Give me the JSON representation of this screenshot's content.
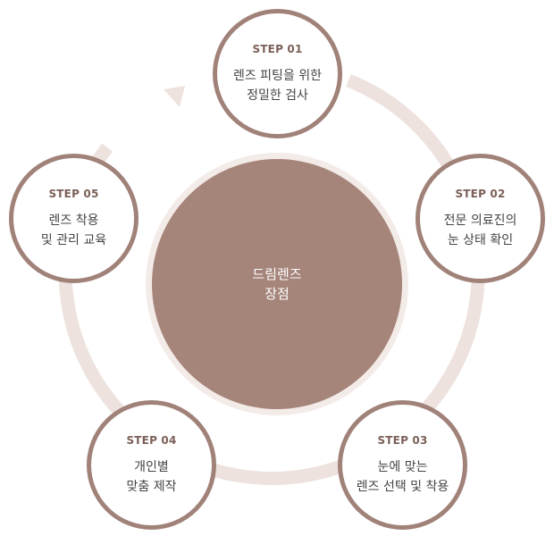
{
  "center": {
    "line1": "드림렌즈",
    "line2": "장점"
  },
  "steps": [
    {
      "label": "STEP 01",
      "line1": "렌즈 피팅을 위한",
      "line2": "정밀한 검사"
    },
    {
      "label": "STEP 02",
      "line1": "전문 의료진의",
      "line2": "눈 상태 확인"
    },
    {
      "label": "STEP 03",
      "line1": "눈에 맞는",
      "line2": "렌즈 선택 및 착용"
    },
    {
      "label": "STEP 04",
      "line1": "개인별",
      "line2": "맞춤 제작"
    },
    {
      "label": "STEP 05",
      "line1": "렌즈 착용",
      "line2": "및 관리 교육"
    }
  ],
  "colors": {
    "ring": "#ede2de",
    "step_border": "#a08279",
    "center_fill": "#a5847a",
    "center_halo": "#f3ebe8",
    "label_text": "#7b6058",
    "body_text": "#444444"
  },
  "icons": {
    "cycle_arrow": "arrowhead-icon"
  }
}
